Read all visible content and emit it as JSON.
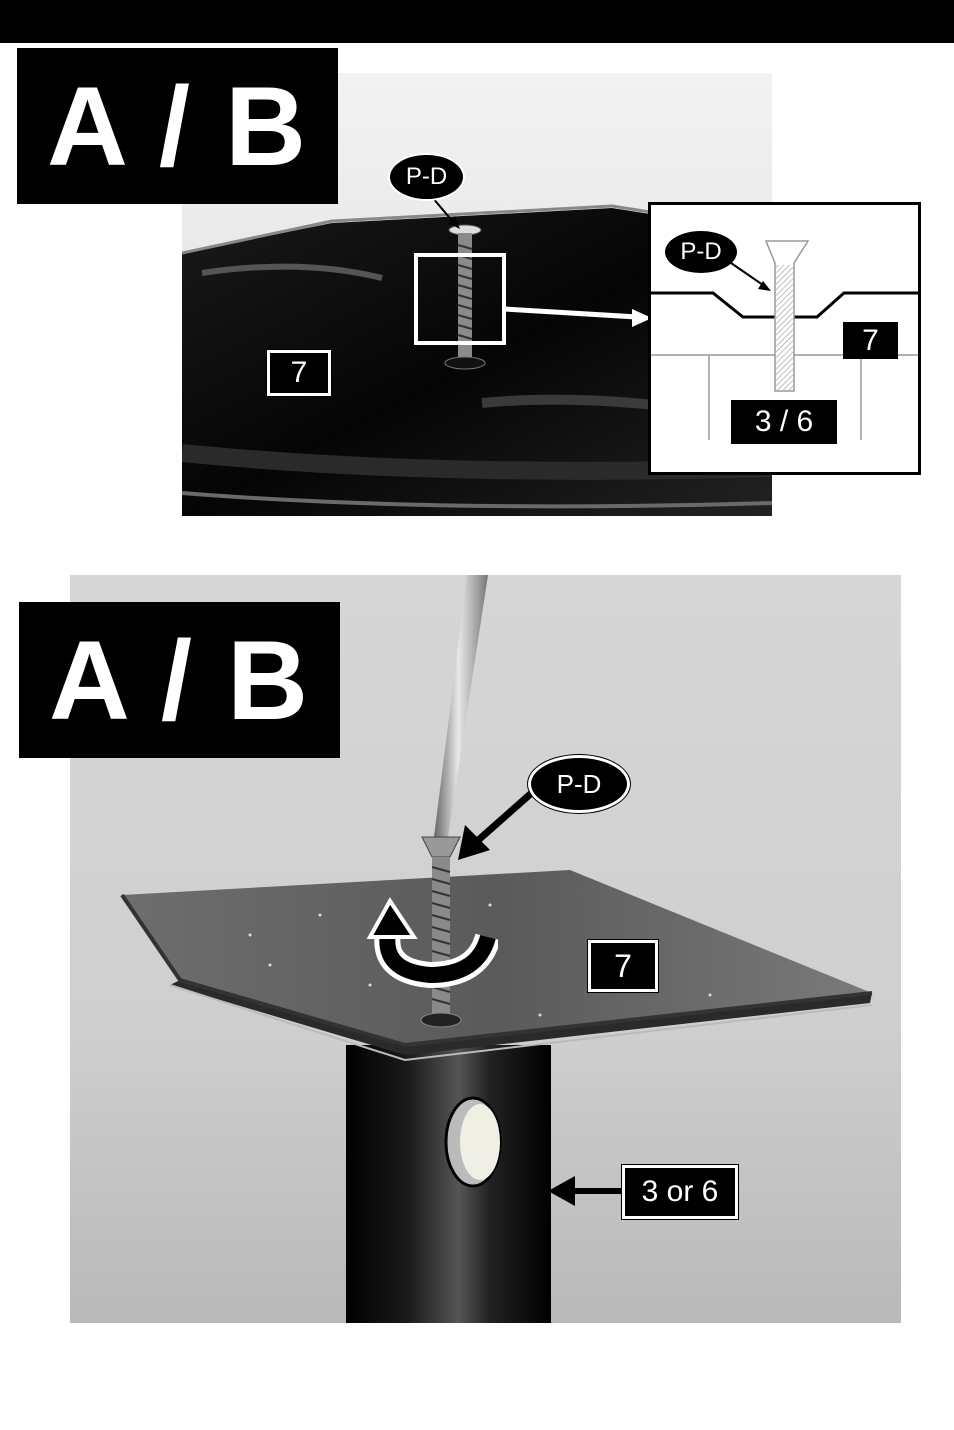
{
  "step_label_top": "A / B",
  "step_label_bottom": "A / B",
  "photo1": {
    "screw_callout": "P-D",
    "plate_label": "7"
  },
  "detail": {
    "screw_callout": "P-D",
    "plate_label": "7",
    "pole_label": "3 / 6"
  },
  "photo2": {
    "screw_callout": "P-D",
    "plate_label": "7",
    "pole_label": "3 or 6"
  },
  "icons": {
    "rotate": "clockwise-rotate-arrow-icon"
  }
}
